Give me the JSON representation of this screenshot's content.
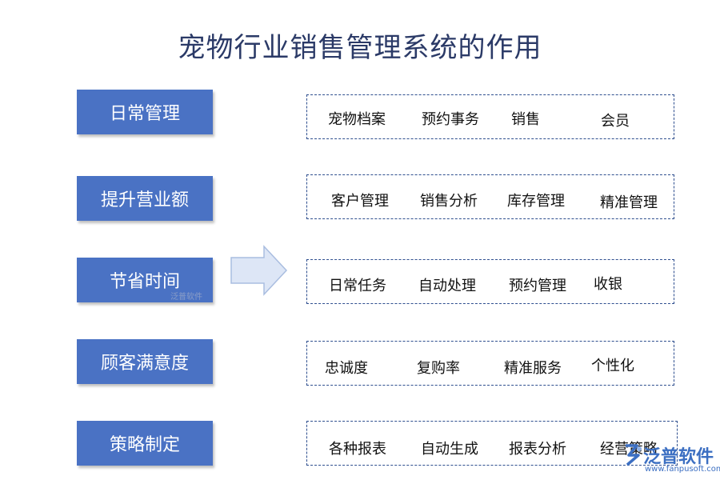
{
  "title": "宠物行业销售管理系统的作用",
  "rows": [
    {
      "category": "日常管理",
      "items": [
        "宠物档案",
        "预约事务",
        "销售",
        "会员"
      ]
    },
    {
      "category": "提升营业额",
      "items": [
        "客户管理",
        "销售分析",
        "库存管理",
        "精准管理"
      ]
    },
    {
      "category": "节省时间",
      "items": [
        "日常任务",
        "自动处理",
        "预约管理",
        "收银"
      ]
    },
    {
      "category": "顾客满意度",
      "items": [
        "忠诚度",
        "复购率",
        "精准服务",
        "个性化"
      ]
    },
    {
      "category": "策略制定",
      "items": [
        "各种报表",
        "自动生成",
        "报表分析",
        "经营策略"
      ]
    }
  ],
  "watermark": {
    "brand": "泛普软件",
    "url": "www.fanpusoft.com",
    "small": "泛普软件"
  },
  "colors": {
    "category_fill": "#4a72c4",
    "panel_border": "#2f4f8f",
    "title": "#2b3a67",
    "arrow_fill": "#dde6f6",
    "arrow_stroke": "#a9bde0"
  },
  "icons": [
    "right-arrow-icon",
    "brand-logo-icon"
  ]
}
